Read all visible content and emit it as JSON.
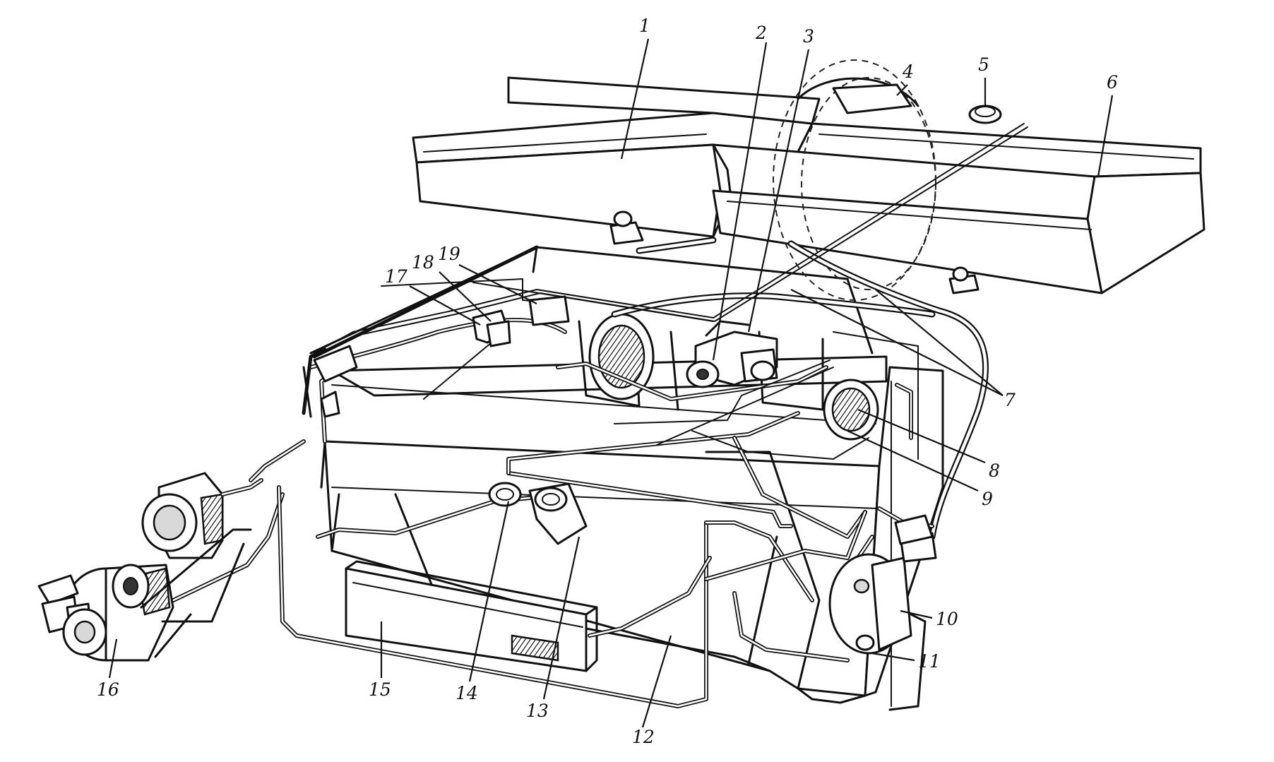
{
  "callouts": [
    {
      "id": "c1",
      "text": "1"
    },
    {
      "id": "c2",
      "text": "2"
    },
    {
      "id": "c3",
      "text": "3"
    },
    {
      "id": "c4",
      "text": "4"
    },
    {
      "id": "c5",
      "text": "5"
    },
    {
      "id": "c6",
      "text": "6"
    },
    {
      "id": "c7",
      "text": "7"
    },
    {
      "id": "c8",
      "text": "8"
    },
    {
      "id": "c9",
      "text": "9"
    },
    {
      "id": "c10",
      "text": "10"
    },
    {
      "id": "c11",
      "text": "11"
    },
    {
      "id": "c12",
      "text": "12"
    },
    {
      "id": "c13",
      "text": "13"
    },
    {
      "id": "c14",
      "text": "14"
    },
    {
      "id": "c15",
      "text": "15"
    },
    {
      "id": "c16",
      "text": "16"
    },
    {
      "id": "c17",
      "text": "17"
    },
    {
      "id": "c18",
      "text": "18"
    },
    {
      "id": "c19",
      "text": "19"
    }
  ],
  "colors": {
    "ink": "#111111",
    "paper": "#ffffff",
    "shade": "#d9d9d9"
  }
}
